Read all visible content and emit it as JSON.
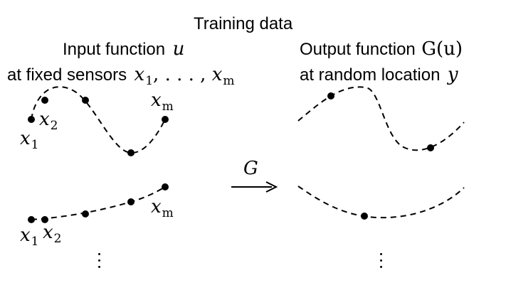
{
  "title": "Training data",
  "input": {
    "line1_text": "Input function",
    "line1_math": "u",
    "line2_text": "at fixed sensors",
    "line2_math_x": "x",
    "line2_sub1": "1",
    "line2_dots": ", . . . , ",
    "line2_sub_m": "m"
  },
  "output": {
    "line1_text": "Output function",
    "line1_math": "G(u)",
    "line2_text": "at random location",
    "line2_math": "y"
  },
  "operator": {
    "label": "G"
  },
  "sensor_labels": {
    "x": "x",
    "sub1": "1",
    "sub2": "2",
    "subm": "m"
  },
  "colors": {
    "stroke": "#000000",
    "background": "#ffffff"
  }
}
